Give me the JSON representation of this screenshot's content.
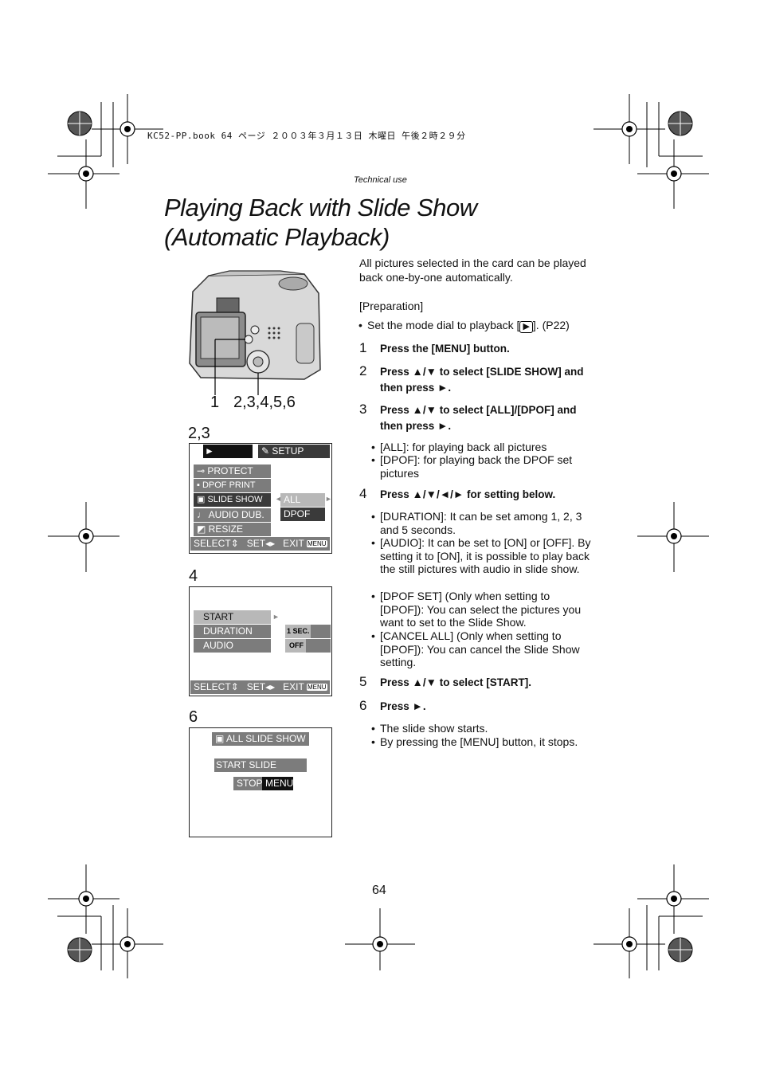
{
  "header": {
    "book_line": "KC52-PP.book  64 ページ  ２００３年３月１３日  木曜日  午後２時２９分",
    "section": "Technical use"
  },
  "title": {
    "line1": "Playing Back with Slide Show",
    "line2": "(Automatic Playback)"
  },
  "intro": "All pictures selected in the card can be played back one-by-one automatically.",
  "preparation": {
    "label": "[Preparation]",
    "bullet_before": "Set the mode dial to playback [",
    "bullet_after": "]. (P22)"
  },
  "steps": [
    {
      "num": "1",
      "text": "Press the [MENU] button.",
      "bullets": []
    },
    {
      "num": "2",
      "text": "Press ▲/▼ to select [SLIDE SHOW] and then press ►.",
      "bullets": []
    },
    {
      "num": "3",
      "text": "Press ▲/▼ to select [ALL]/[DPOF] and then press ►.",
      "bullets": [
        "[ALL]: for playing back all pictures",
        "[DPOF]: for playing back the DPOF set pictures"
      ]
    },
    {
      "num": "4",
      "text": "Press ▲/▼/◄/► for setting below.",
      "bullets": [
        "[DURATION]: It can be set among 1, 2, 3 and 5 seconds.",
        "[AUDIO]: It can be set to [ON] or [OFF]. By setting it to [ON], it is possible to play back the still pictures with audio in slide show.",
        "[DPOF SET] (Only when setting to [DPOF]): You can select the pictures you want to set to the Slide Show.",
        "[CANCEL ALL] (Only when setting to [DPOF]): You can cancel the Slide Show setting."
      ]
    },
    {
      "num": "5",
      "text": "Press ▲/▼ to select [START].",
      "bullets": []
    },
    {
      "num": "6",
      "text": "Press ►.",
      "bullets": [
        "The slide show starts.",
        "By pressing the [MENU] button, it stops."
      ]
    }
  ],
  "camera": {
    "label_left": "1",
    "label_right": "2,3,4,5,6"
  },
  "screen1": {
    "label": "2,3",
    "tab_play": "PLAY1/2",
    "tab_setup": "SETUP",
    "items": [
      "PROTECT",
      "DPOF PRINT",
      "SLIDE SHOW",
      "AUDIO DUB.",
      "RESIZE"
    ],
    "options": [
      "ALL",
      "DPOF"
    ],
    "footer": {
      "select": "SELECT",
      "set": "SET",
      "exit": "EXIT",
      "menu": "MENU"
    }
  },
  "screen2": {
    "label": "4",
    "items": [
      "START",
      "DURATION",
      "AUDIO"
    ],
    "duration_value": "1 SEC.",
    "audio_value": "OFF",
    "footer": {
      "select": "SELECT",
      "set": "SET",
      "exit": "EXIT",
      "menu": "MENU"
    }
  },
  "screen3": {
    "label": "6",
    "title": "ALL SLIDE SHOW",
    "start": "START SLIDE SHOW",
    "stop": "STOP",
    "menu": "MENU"
  },
  "page_number": "64"
}
